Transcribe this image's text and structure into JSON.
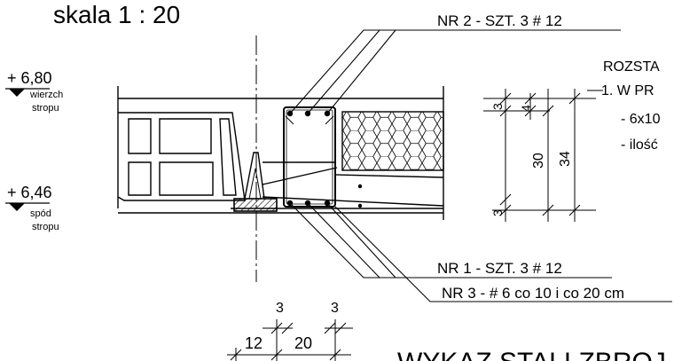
{
  "scale_label": "skala 1 : 20",
  "levels": {
    "top": {
      "value": "+ 6,80",
      "line1": "wierzch",
      "line2": "stropu"
    },
    "bottom": {
      "value": "+ 6,46",
      "line1": "spód",
      "line2": "stropu"
    }
  },
  "callouts": {
    "nr2": "NR 2 - SZT. 3 # 12",
    "nr1": "NR 1 - SZT. 3 # 12",
    "nr3": "NR 3 - # 6 co 10 i co 20 cm"
  },
  "notes": {
    "heading": "ROZSTA",
    "item1": "1. W PR",
    "sub1": "- 6x10",
    "sub2": "- ilość"
  },
  "dimensions": {
    "top_cover": "3",
    "top_gap": "4",
    "inner_height": "30",
    "total_height": "34",
    "bottom_cover": "3",
    "left_cover": "3",
    "right_cover": "3",
    "support_width": "12",
    "beam_width": "20"
  },
  "footer_title": "WYKAZ STALI ZBROJ"
}
